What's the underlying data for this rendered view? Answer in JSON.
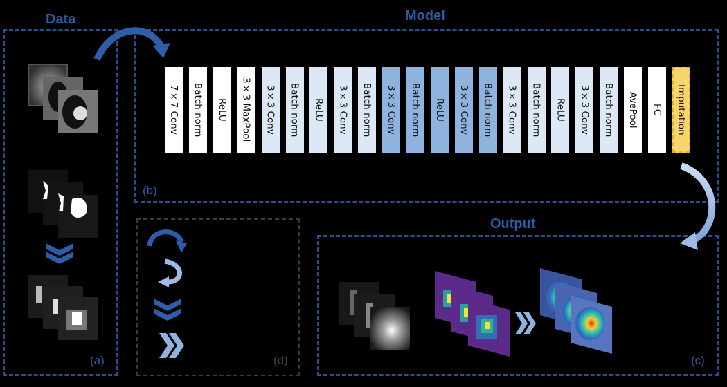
{
  "titles": {
    "data": "Data",
    "model": "Model",
    "output": "Output"
  },
  "panel_labels": {
    "a": "(a)",
    "b": "(b)",
    "c": "(c)",
    "d": "(d)"
  },
  "layers": [
    {
      "label": "7×7 Conv",
      "color": "#ffffff"
    },
    {
      "label": "Batch norm",
      "color": "#ffffff"
    },
    {
      "label": "ReLU",
      "color": "#ffffff"
    },
    {
      "label": "3×3 MaxPool",
      "color": "#ffffff"
    },
    {
      "label": "3×3 Conv",
      "color": "#dce8f6"
    },
    {
      "label": "Batch norm",
      "color": "#dce8f6"
    },
    {
      "label": "ReLU",
      "color": "#dce8f6"
    },
    {
      "label": "3×3 Conv",
      "color": "#dce8f6"
    },
    {
      "label": "Batch norm",
      "color": "#dce8f6"
    },
    {
      "label": "3×3 Conv",
      "color": "#8fb3df"
    },
    {
      "label": "Batch norm",
      "color": "#8fb3df"
    },
    {
      "label": "ReLU",
      "color": "#8fb3df"
    },
    {
      "label": "3×3 Conv",
      "color": "#8fb3df"
    },
    {
      "label": "Batch norm",
      "color": "#8fb3df"
    },
    {
      "label": "3×3 Conv",
      "color": "#dce8f6"
    },
    {
      "label": "Batch norm",
      "color": "#dce8f6"
    },
    {
      "label": "ReLU",
      "color": "#dce8f6"
    },
    {
      "label": "3×3 Conv",
      "color": "#dce8f6"
    },
    {
      "label": "Batch norm",
      "color": "#dce8f6"
    },
    {
      "label": "AvePool",
      "color": "#ffffff"
    },
    {
      "label": "FC",
      "color": "#ffffff"
    },
    {
      "label": "Imputation",
      "color": "#f6d56a",
      "highlight": true
    }
  ],
  "colors": {
    "frame": "#2a4f8a",
    "arrow": "#2f5ea8",
    "arrow_light": "#9dbbe6",
    "imputation": "#f6d56a"
  },
  "icons": [
    "curved-arrow-icon",
    "return-arrow-icon",
    "chevron-down-icon",
    "chevron-right-icon"
  ]
}
